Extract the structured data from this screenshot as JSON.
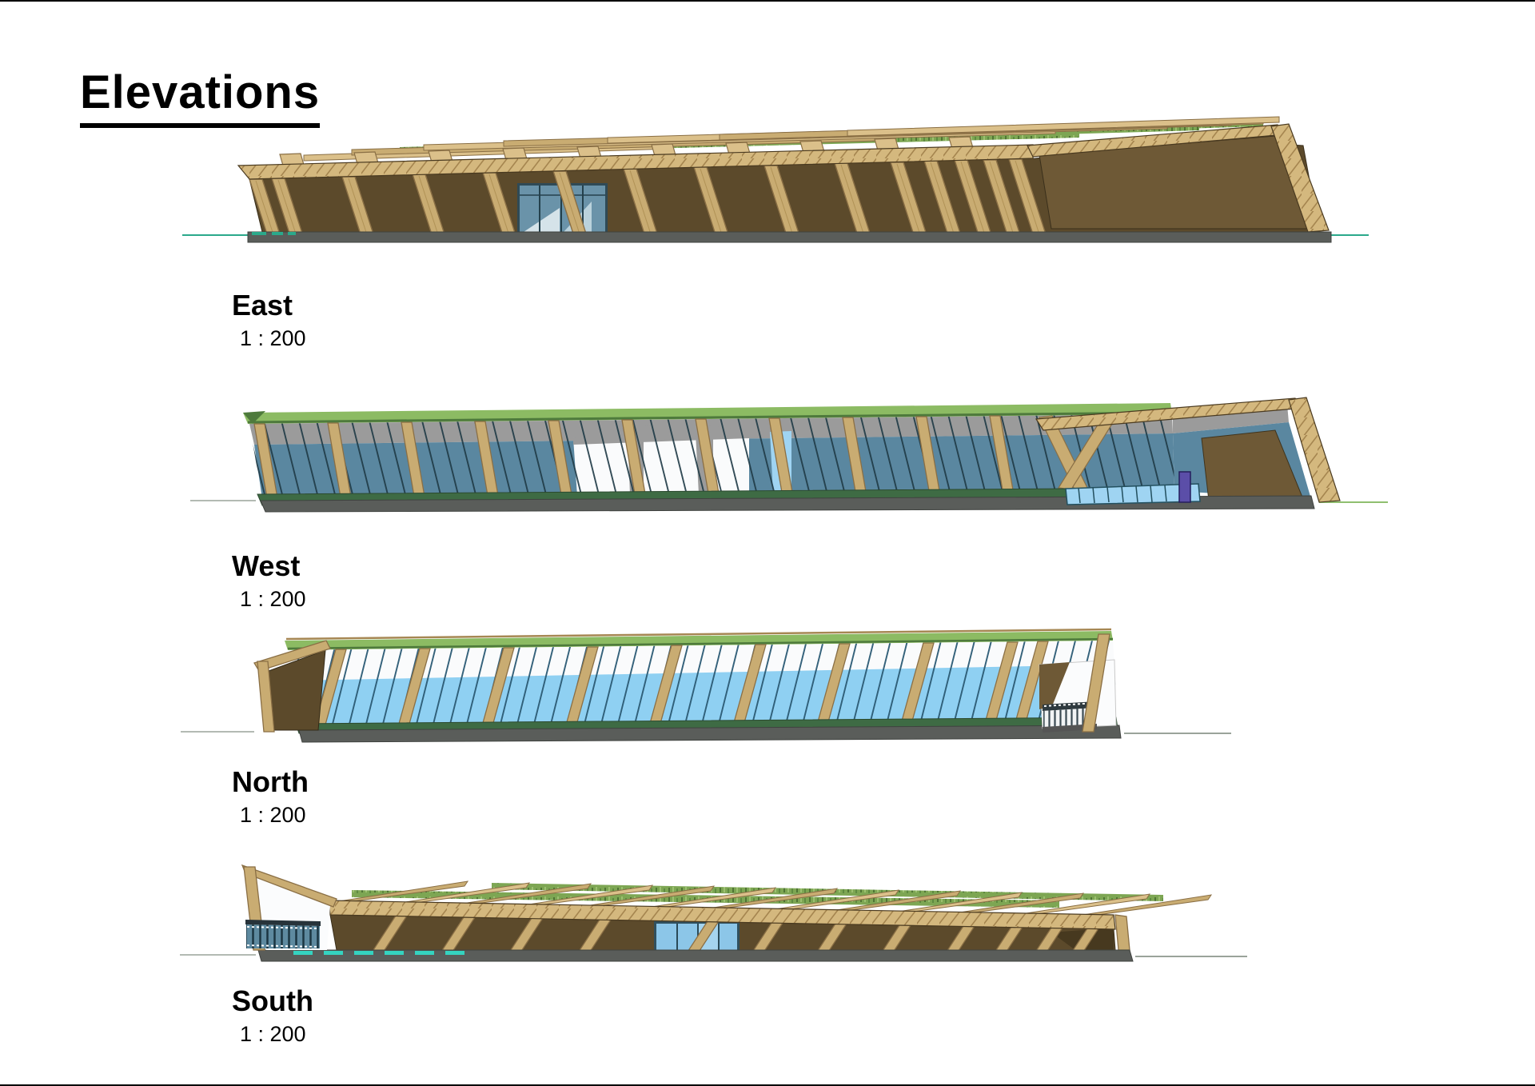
{
  "page": {
    "title": "Elevations"
  },
  "sections": [
    {
      "id": "east",
      "label": "East",
      "scale": "1 : 200"
    },
    {
      "id": "west",
      "label": "West",
      "scale": "1 : 200"
    },
    {
      "id": "north",
      "label": "North",
      "scale": "1 : 200"
    },
    {
      "id": "south",
      "label": "South",
      "scale": "1 : 200"
    }
  ],
  "colors": {
    "facade": "#5C4A2B",
    "facade_light": "#6E5936",
    "facade_shadow": "#47391F",
    "wood": "#C9AC72",
    "wood_light": "#DBC08A",
    "wood_dark": "#8A6F45",
    "wood_deep": "#A68753",
    "roof_fascia": "#D4B87E",
    "grass": "#7DA653",
    "grass_dark": "#4F7434",
    "green_band": "#8CBB63",
    "green_band_dark": "#4E7A3C",
    "sill_green": "#3E6B44",
    "gray_wall": "#9B9B9B",
    "glass_west": "#5A87A0",
    "glass_north": "#8FD0F2",
    "glass_east": "#6A93A9",
    "glass_pale": "#9FD4F2",
    "plinth": "#5A5D5A",
    "ground_line": "#2BA98B",
    "ground_gray": "#9AA39A",
    "ground_green": "#8FBF6F",
    "dash_cyan": "#35D3C0",
    "door_purple": "#5B4EA8",
    "outline": "#2B2B2B"
  }
}
